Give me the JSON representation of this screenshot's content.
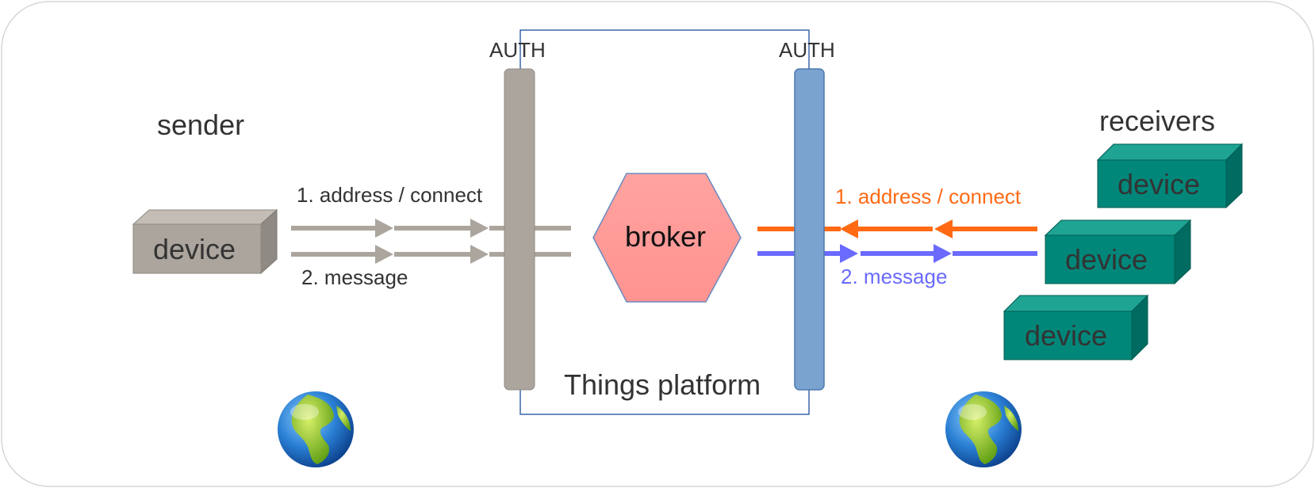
{
  "labels": {
    "sender": "sender",
    "receivers": "receivers",
    "platform": "Things platform",
    "broker": "broker",
    "auth_left": "AUTH",
    "auth_right": "AUTH",
    "left_address": "1. address / connect",
    "left_message": "2. message",
    "right_address": "1. address / connect",
    "right_message": "2. message",
    "sender_device": "device",
    "receiver_devices": [
      "device",
      "device",
      "device"
    ]
  },
  "colors": {
    "frame": "#d7d7d7",
    "platform_border": "#3a66a8",
    "auth_left_bar": "#aba59d",
    "auth_right_bar": "#7aa3d0",
    "broker_fill": "#ff9d9a",
    "broker_border": "#6a8ac0",
    "sender_arrow": "#aba59d",
    "receiver_address_arrow": "#ff6a13",
    "receiver_message_arrow": "#6a6aff",
    "device_gray_front": "#aba59d",
    "device_gray_top": "#c3bdb5",
    "device_gray_side": "#8f8a83",
    "device_teal_front": "#00877a",
    "device_teal_top": "#1fa393",
    "device_teal_side": "#006b60",
    "text": "#333333"
  },
  "icons": {
    "left_globe": "globe-icon",
    "right_globe": "globe-icon"
  }
}
